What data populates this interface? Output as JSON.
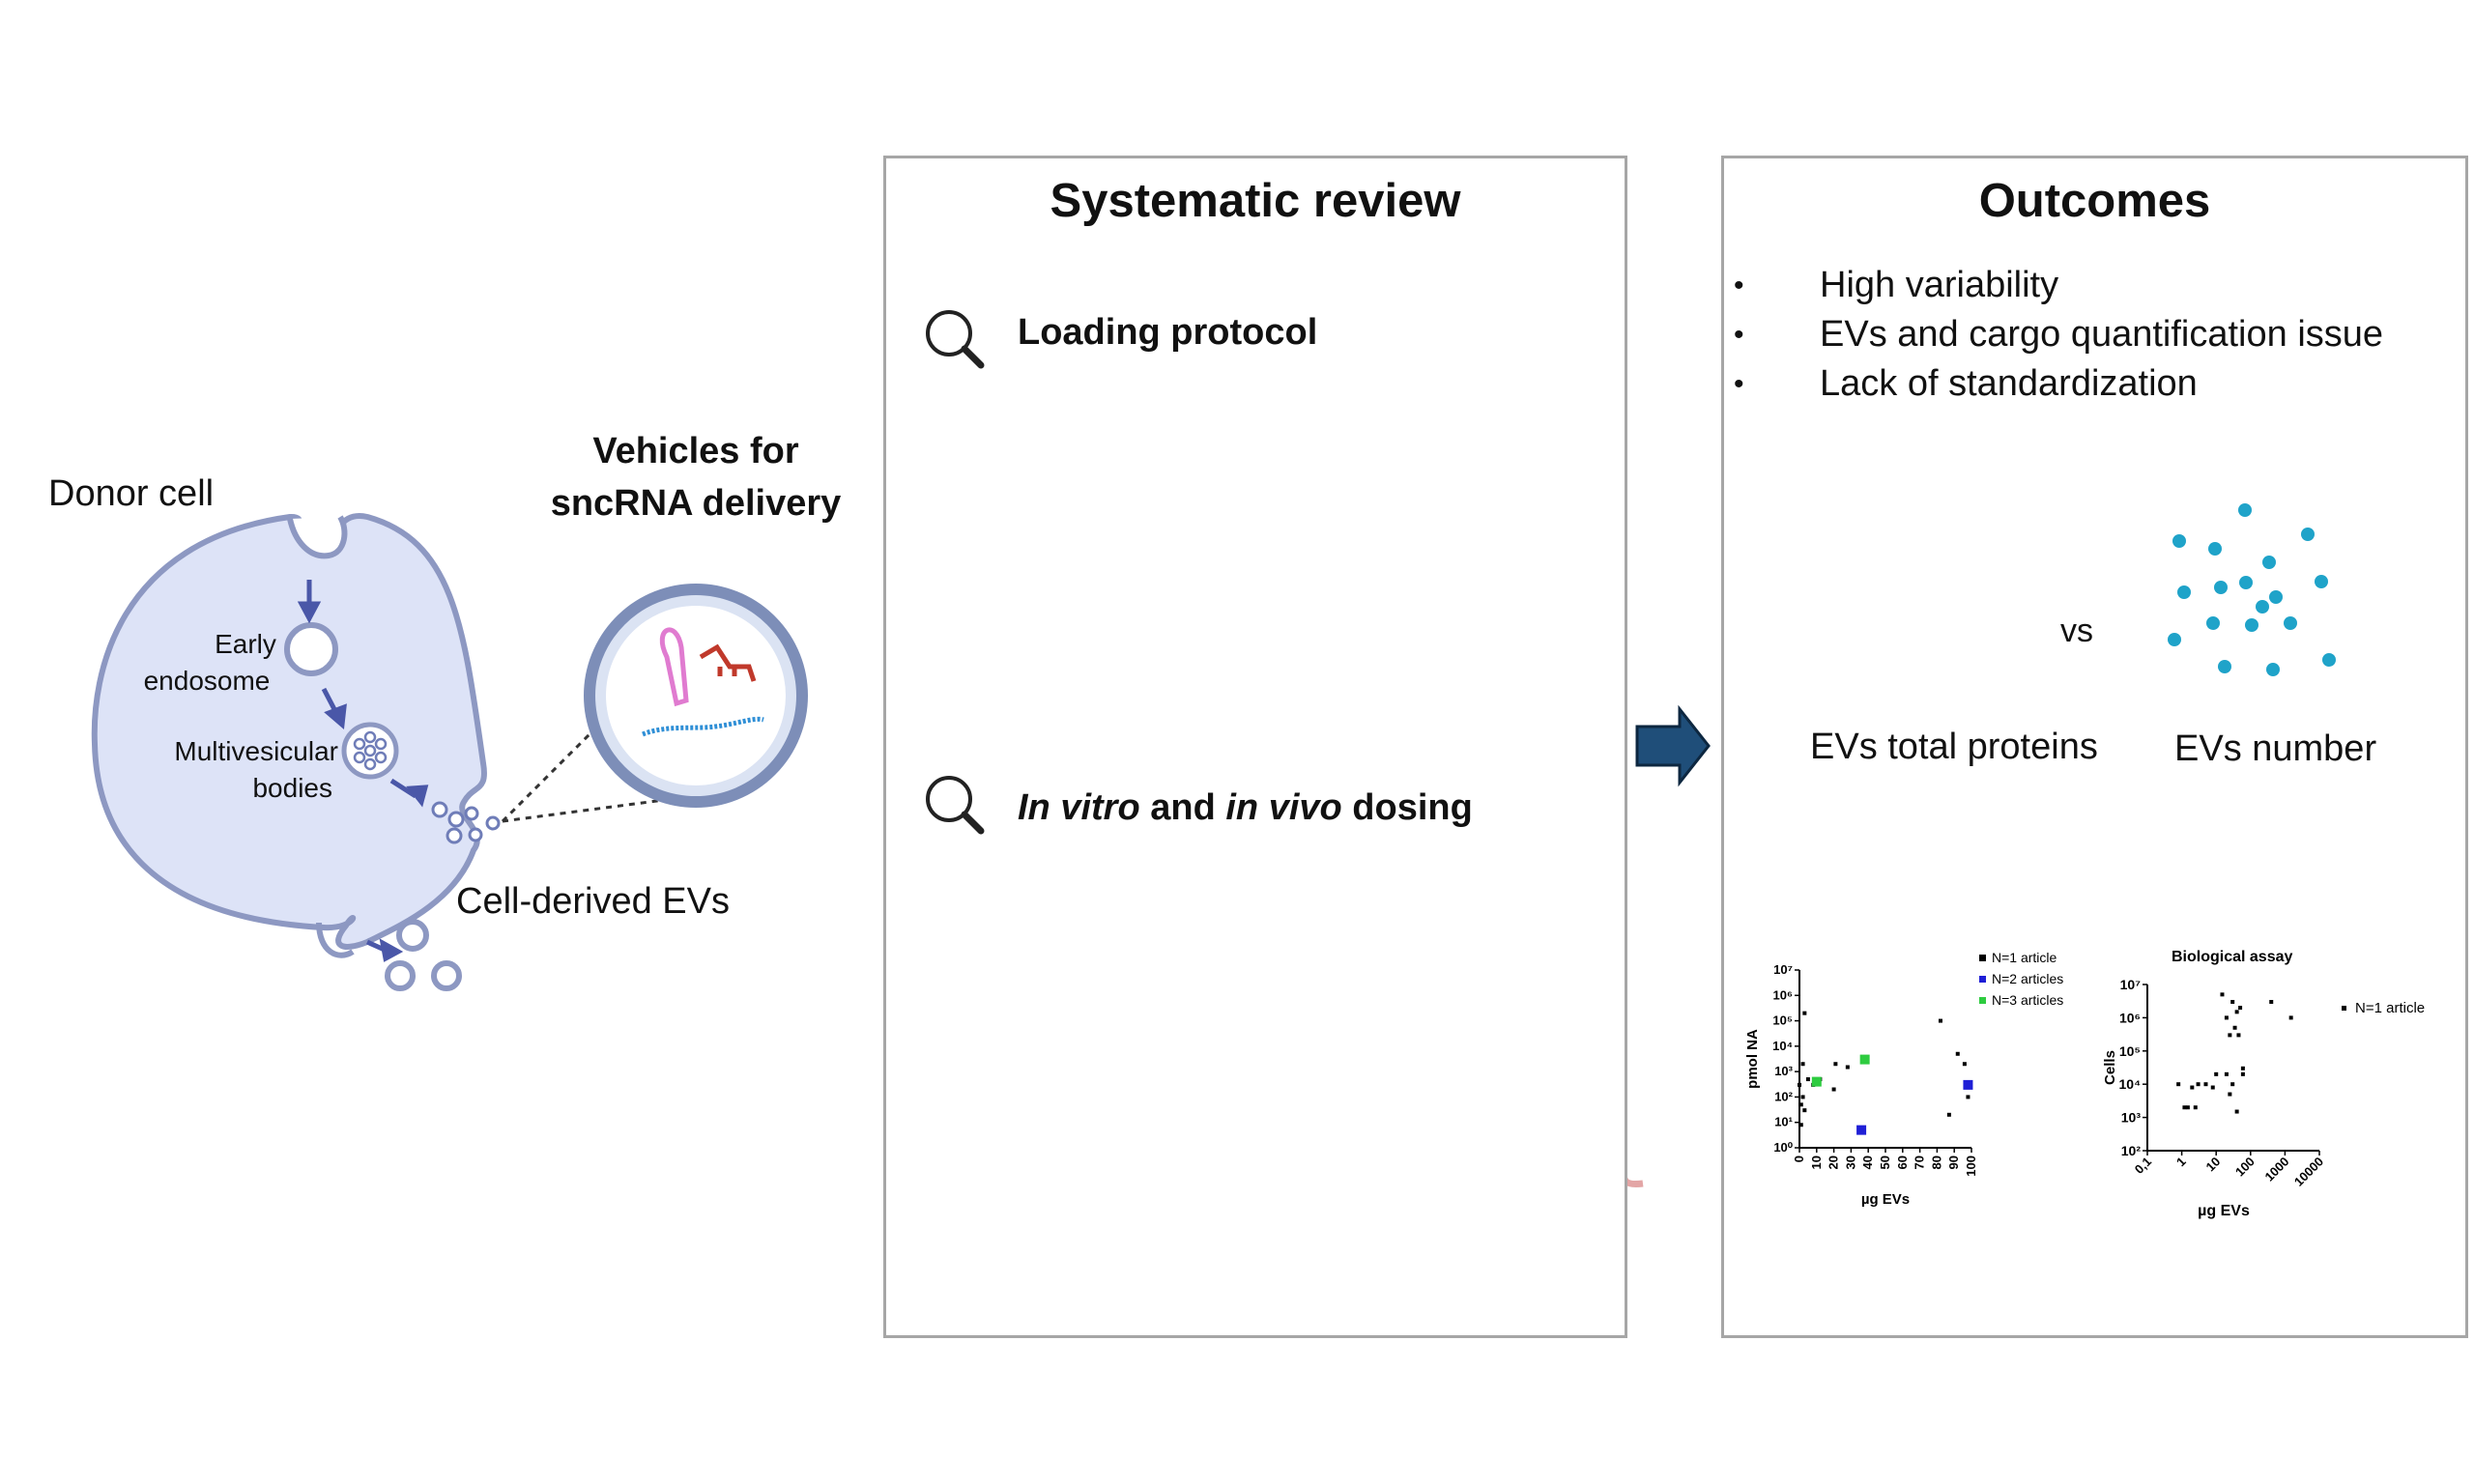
{
  "left": {
    "donor_cell": "Donor cell",
    "early_endosome": [
      "Early",
      "endosome"
    ],
    "multivesicular_bodies": [
      "Multivesicular",
      "bodies"
    ],
    "cell_derived_evs": "Cell-derived EVs",
    "vehicles_title": [
      "Vehicles for",
      "sncRNA delivery"
    ]
  },
  "middle": {
    "title": "Systematic review",
    "loading_protocol": "Loading protocol",
    "dosing": {
      "in_vitro": "In vitro",
      "and": " and ",
      "in_vivo": "in vivo",
      "suffix": " dosing"
    }
  },
  "right": {
    "title": "Outcomes",
    "bullets": [
      "High variability",
      "EVs and cargo quantification issue",
      "Lack of standardization"
    ],
    "vs": "vs",
    "evs_total_proteins": "EVs total proteins",
    "evs_number": "EVs number"
  },
  "colors": {
    "panel_border": "#a6a6a6",
    "cell_fill": "#dde3f7",
    "cell_stroke": "#8d98c2",
    "arrow": "#1f4e79",
    "dots": "#1fa3c9",
    "protein": "#7b8fd6",
    "n1": "#000000",
    "n2": "#1f1fd6",
    "n3": "#2ecc40"
  },
  "icons": [
    "search-icon",
    "pipette-icon",
    "syringe-icon",
    "mouse-icon",
    "petri-dish-icon",
    "right-arrow-icon",
    "protein-blob-icon"
  ],
  "chart_data": [
    {
      "type": "scatter",
      "title": "",
      "xlabel": "µg EVs",
      "ylabel": "pmol NA",
      "y_scale": "log",
      "ylim": [
        1,
        10000000
      ],
      "x_ticks": [
        "0",
        "10",
        "20",
        "30",
        "40",
        "50",
        "60",
        "70",
        "80",
        "90",
        "100"
      ],
      "y_ticks": [
        "10⁰",
        "10¹",
        "10²",
        "10³",
        "10⁴",
        "10⁵",
        "10⁶",
        "10⁷"
      ],
      "x_axis_break": "between 30 and 40",
      "legend_position": "top-right",
      "series": [
        {
          "name": "N=1 article",
          "x": [
            0,
            1,
            1,
            2,
            2,
            3,
            3,
            5,
            8,
            12,
            20,
            21,
            28,
            82,
            87,
            92,
            96,
            98
          ],
          "y": [
            300,
            50,
            8,
            2000,
            100,
            200000,
            30,
            500,
            300,
            500,
            200,
            2000,
            1500,
            100000,
            20,
            5000,
            2000,
            100
          ]
        },
        {
          "name": "N=2 articles",
          "x": [
            36,
            98
          ],
          "y": [
            5,
            300
          ]
        },
        {
          "name": "N=3 articles",
          "x": [
            10,
            38
          ],
          "y": [
            400,
            3000
          ]
        }
      ]
    },
    {
      "type": "scatter",
      "title": "Biological assay",
      "xlabel": "µg EVs",
      "ylabel": "Cells",
      "x_scale": "log",
      "y_scale": "log",
      "ylim": [
        100,
        10000000
      ],
      "x_ticks": [
        "0,1",
        "1",
        "10",
        "100",
        "1000",
        "10000"
      ],
      "y_ticks": [
        "10²",
        "10³",
        "10⁴",
        "10⁵",
        "10⁶",
        "10⁷"
      ],
      "legend_position": "top-right",
      "series": [
        {
          "name": "N=1 article",
          "x": [
            0.8,
            1.2,
            2,
            2.5,
            1.5,
            3,
            5,
            8,
            10,
            15,
            20,
            25,
            30,
            35,
            40,
            45,
            50,
            60,
            20,
            25,
            30,
            40,
            60,
            400,
            1500
          ],
          "y": [
            10000,
            2000,
            8000,
            2000,
            2000,
            10000,
            10000,
            8000,
            20000,
            5000000,
            1000000,
            300000,
            3000000,
            500000,
            1500000,
            300000,
            2000000,
            20000,
            20000,
            5000,
            10000,
            1500,
            30000,
            3000000,
            1000000
          ]
        }
      ]
    }
  ]
}
